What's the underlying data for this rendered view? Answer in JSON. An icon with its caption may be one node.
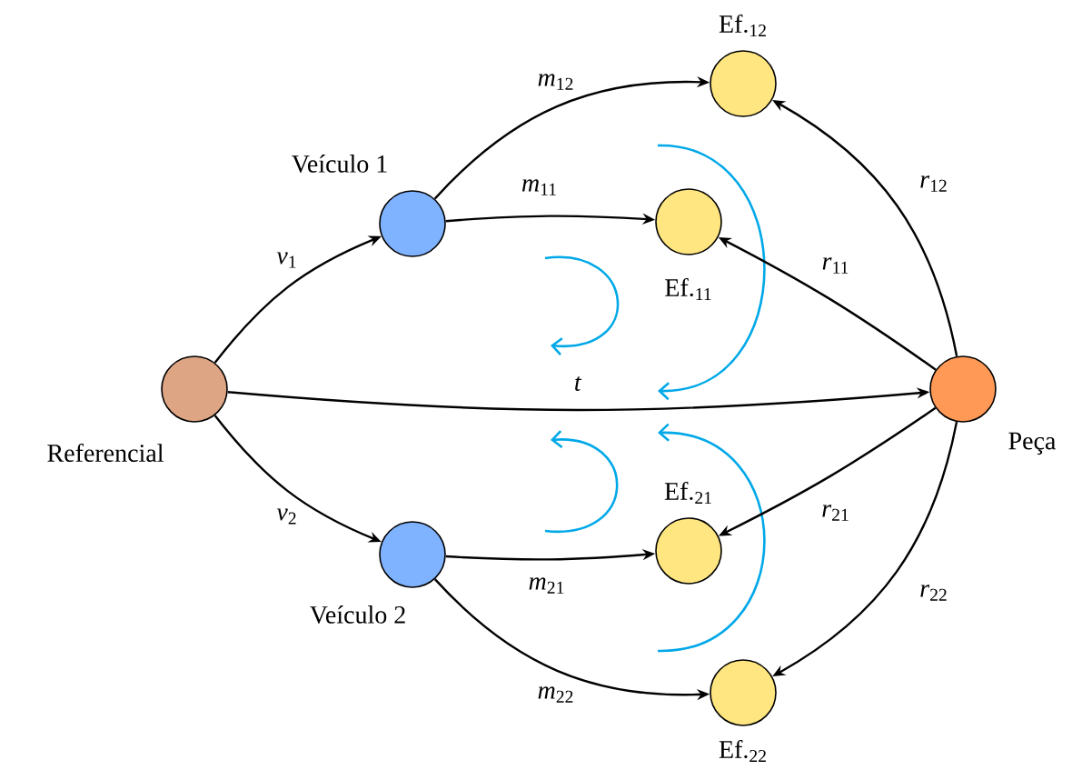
{
  "diagram": {
    "nodes": [
      {
        "text": [
          "Referencial"
        ]
      },
      {
        "text": [
          "Veículo 1"
        ]
      },
      {
        "text": [
          "Veículo 2"
        ]
      },
      {
        "text": [
          "Ef.$_{12}$"
        ]
      },
      {
        "text": [
          "Ef.$_{11}$"
        ]
      },
      {
        "text": [
          "Ef.$_{21}$"
        ]
      },
      {
        "text": [
          "Ef.$_{22}$"
        ]
      },
      {
        "text": [
          "Peça"
        ]
      }
    ],
    "edges": [
      {
        "from": 0,
        "to": 1,
        "arrow": "to",
        "label": "*v*$_{1}$"
      },
      {
        "from": 0,
        "to": 2,
        "arrow": "to",
        "label": "*v*$_{2}$"
      },
      {
        "from": 0,
        "to": 7,
        "arrow": "to",
        "label": "*t*"
      },
      {
        "from": 1,
        "to": 3,
        "arrow": "to",
        "label": "*m*$_{12}$"
      },
      {
        "from": 1,
        "to": 4,
        "arrow": "to",
        "label": "*m*$_{11}$"
      },
      {
        "from": 2,
        "to": 5,
        "arrow": "to",
        "label": "*m*$_{21}$"
      },
      {
        "from": 2,
        "to": 6,
        "arrow": "to",
        "label": "*m*$_{22}$"
      },
      {
        "from": 7,
        "to": 3,
        "arrow": "to",
        "label": "*r*$_{12}$"
      },
      {
        "from": 7,
        "to": 4,
        "arrow": "to",
        "label": "*r*$_{11}$"
      },
      {
        "from": 7,
        "to": 5,
        "arrow": "to",
        "label": "*r*$_{21}$"
      },
      {
        "from": 7,
        "to": 6,
        "arrow": "to",
        "label": "*r*$_{22}$"
      }
    ]
  }
}
